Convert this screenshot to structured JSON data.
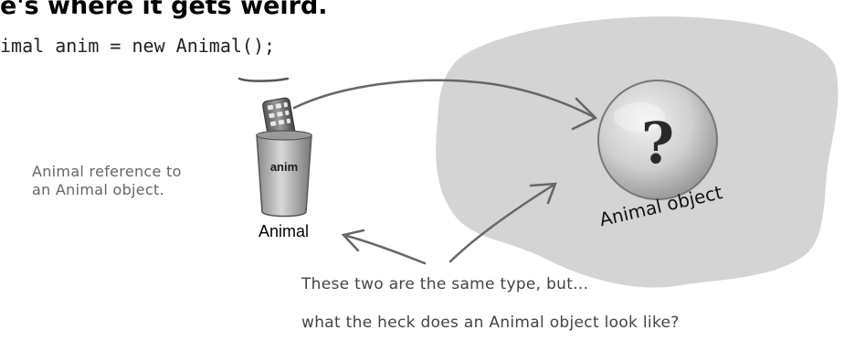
{
  "heading": "e's where it gets weird.",
  "code_line": "imal anim = new Animal();",
  "code_prefix": "imal anim = new ",
  "code_class": "Animal",
  "code_suffix": "();",
  "reference_note": [
    "Animal reference to",
    "an Animal object."
  ],
  "remote": {
    "var_label": "anim",
    "type_label": "Animal"
  },
  "object": {
    "symbol": "?",
    "label": "Animal object"
  },
  "notes": {
    "same_type": "These two are the same type, but...",
    "question": "what the heck does an Animal object look like?"
  },
  "colors": {
    "heap": "#d3d3d3",
    "sphere_light": "#ececec",
    "sphere_dark": "#a9a9a9",
    "arrow": "#666666"
  }
}
